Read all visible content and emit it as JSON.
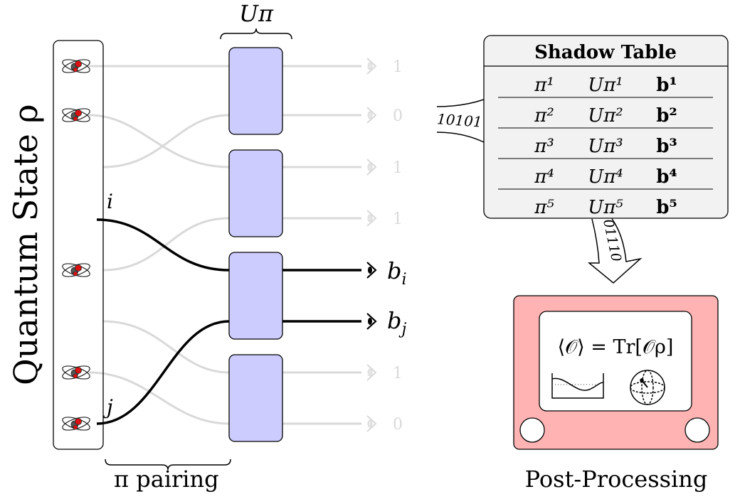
{
  "left_panel": {
    "title": "Quantum State ρ",
    "pairing_label": "π pairing",
    "unitary_label": "Uπ",
    "active_qubits": [
      "i",
      "j"
    ],
    "measurements_faded": [
      "1",
      "0",
      "1",
      "1",
      "1",
      "0"
    ],
    "measurements_active": [
      "bi",
      "bj"
    ]
  },
  "shadow_table": {
    "title": "Shadow Table",
    "stream_in": "10101",
    "stream_out": "01110",
    "rows": [
      {
        "pi": "π¹",
        "U": "Uπ¹",
        "b": "b¹"
      },
      {
        "pi": "π²",
        "U": "Uπ²",
        "b": "b²"
      },
      {
        "pi": "π³",
        "U": "Uπ³",
        "b": "b³"
      },
      {
        "pi": "π⁴",
        "U": "Uπ⁴",
        "b": "b⁴"
      },
      {
        "pi": "π⁵",
        "U": "Uπ⁵",
        "b": "b⁵"
      }
    ]
  },
  "post_processing": {
    "formula": "⟨𝒪⟩ = Tr[𝒪ρ]",
    "caption": "Post-Processing"
  },
  "colors": {
    "unitary_fill": "#ccccff",
    "screen_fill": "#ffb3b3",
    "table_fill": "#f2f2f2",
    "atom_red": "#dd1111",
    "faded": "#d9d9d9"
  }
}
